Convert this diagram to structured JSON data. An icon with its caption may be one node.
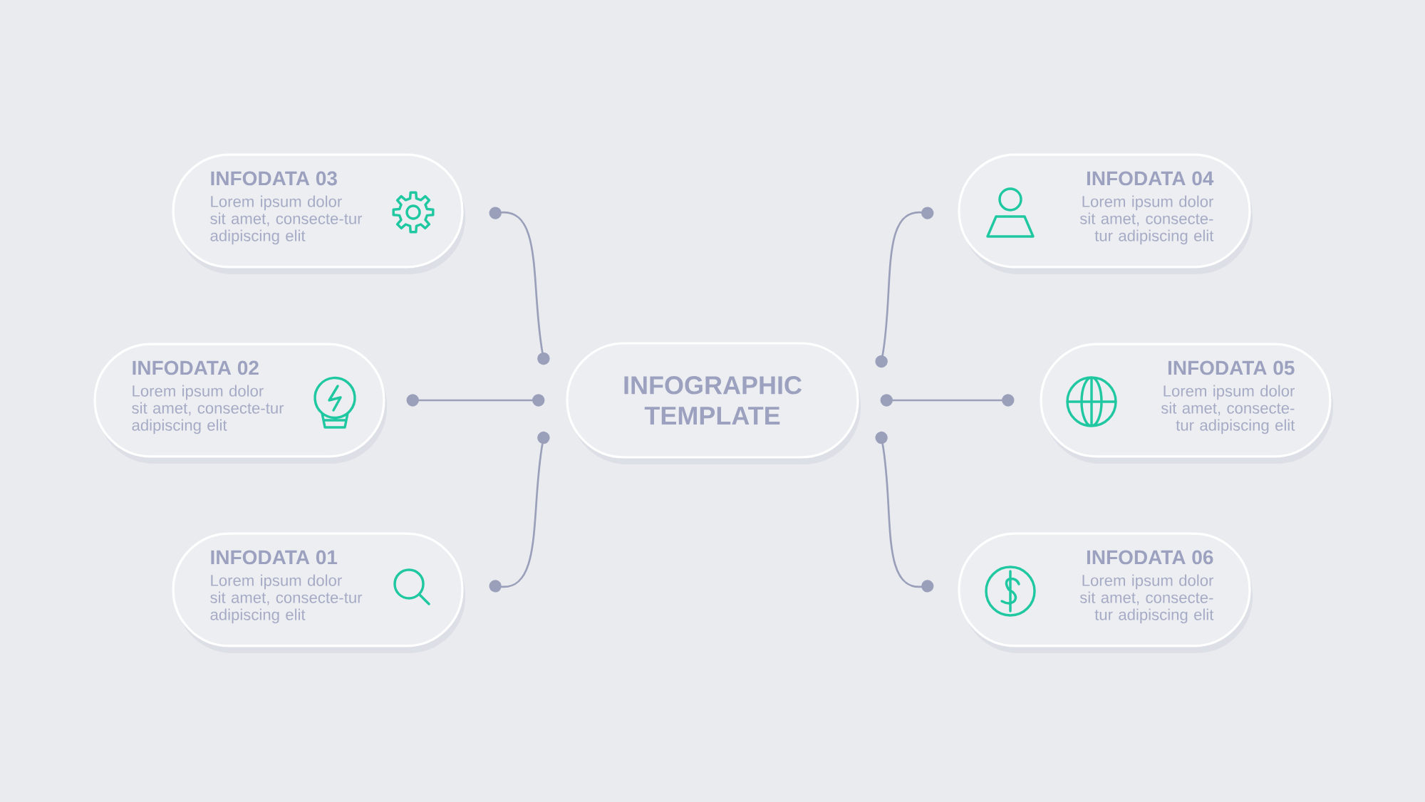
{
  "diagram": {
    "nodes": [
      {
        "text": [
          "INFOGRAPHIC TEMPLATE"
        ]
      },
      {
        "text": [
          "INFODATA 03",
          "Lorem ipsum dolor sit amet, consecte-tur adipiscing elit"
        ]
      },
      {
        "text": [
          "INFODATA 04",
          "Lorem ipsum dolor sit amet, consecte-tur adipiscing elit"
        ]
      },
      {
        "text": [
          "INFODATA 02",
          "Lorem ipsum dolor sit amet, consecte-tur adipiscing elit"
        ]
      },
      {
        "text": [
          "INFODATA 05",
          "Lorem ipsum dolor sit amet, consecte-tur adipiscing elit"
        ]
      },
      {
        "text": [
          "INFODATA 01",
          "Lorem ipsum dolor sit amet, consecte-tur adipiscing elit"
        ]
      },
      {
        "text": [
          "INFODATA 06",
          "Lorem ipsum dolor sit amet, consecte-tur adipiscing elit"
        ]
      }
    ],
    "edges": [
      {
        "from": 0,
        "to": 1,
        "arrow": "other"
      },
      {
        "from": 0,
        "to": 2,
        "arrow": "other"
      },
      {
        "from": 0,
        "to": 3,
        "arrow": "other"
      },
      {
        "from": 0,
        "to": 4,
        "arrow": "other"
      },
      {
        "from": 0,
        "to": 5,
        "arrow": "other"
      },
      {
        "from": 0,
        "to": 6,
        "arrow": "other"
      }
    ]
  }
}
